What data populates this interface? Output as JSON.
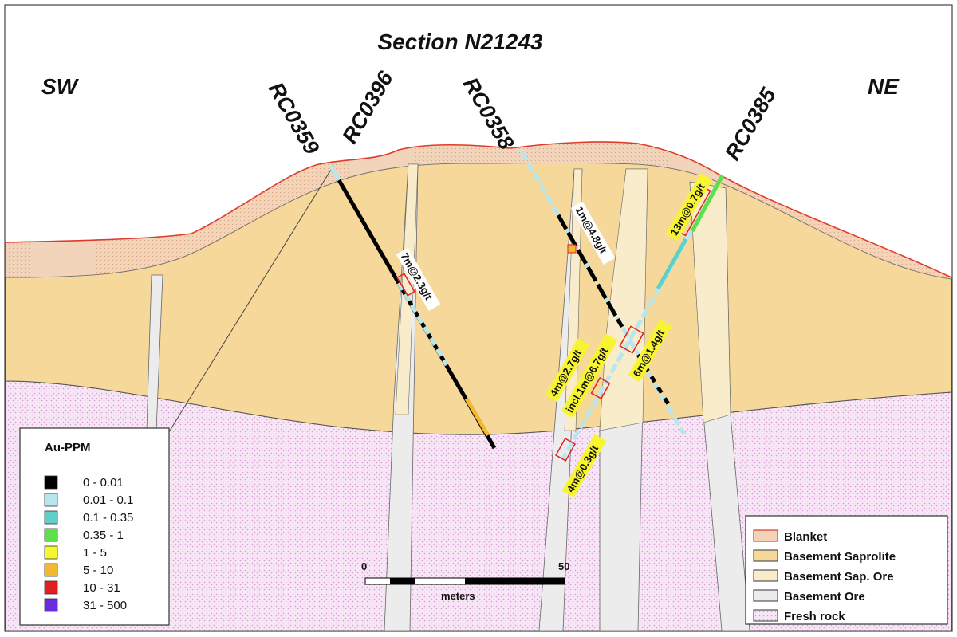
{
  "section": {
    "title": "Section N21243",
    "left_direction": "SW",
    "right_direction": "NE"
  },
  "drillholes": [
    {
      "id": "RC0359",
      "label": "RC0359"
    },
    {
      "id": "RC0396",
      "label": "RC0396"
    },
    {
      "id": "RC0358",
      "label": "RC0358"
    },
    {
      "id": "RC0385",
      "label": "RC0385"
    }
  ],
  "intercepts": [
    {
      "text": "7m@2.3g/t",
      "highlight": false
    },
    {
      "text": "1m@4.8g/t",
      "highlight": false
    },
    {
      "text": "13m@0.7g/t",
      "highlight": true
    },
    {
      "text": "6m@1.4g/t",
      "highlight": true
    },
    {
      "text": "4m@2.7g/t",
      "highlight": true
    },
    {
      "text": "incl.1m@6.7g/t",
      "highlight": true
    },
    {
      "text": "4m@0.3g/t",
      "highlight": true
    }
  ],
  "grade_legend": {
    "title": "Au-PPM",
    "items": [
      {
        "label": "0 - 0.01",
        "color": "#000000"
      },
      {
        "label": "0.01 - 0.1",
        "color": "#b8e6ef"
      },
      {
        "label": "0.1 - 0.35",
        "color": "#5fd0c8"
      },
      {
        "label": "0.35 - 1",
        "color": "#5ee04a"
      },
      {
        "label": "1 - 5",
        "color": "#f7f531"
      },
      {
        "label": "5 - 10",
        "color": "#f2b830"
      },
      {
        "label": "10 - 31",
        "color": "#e32020"
      },
      {
        "label": "31 - 500",
        "color": "#6a2be0"
      }
    ]
  },
  "lithology_legend": {
    "items": [
      {
        "label": "Blanket",
        "color": "#f2d2b8",
        "border": "#e03a2a"
      },
      {
        "label": "Basement Saprolite",
        "color": "#f6d89a",
        "border": "#555555"
      },
      {
        "label": "Basement Sap. Ore",
        "color": "#f8eccb",
        "border": "#555555"
      },
      {
        "label": "Basement Ore",
        "color": "#ececec",
        "border": "#555555"
      },
      {
        "label": "Fresh rock",
        "color": "#f4d8f0",
        "border": "#555555"
      }
    ]
  },
  "scale_bar": {
    "start": "0",
    "end": "50",
    "unit": "meters"
  },
  "colors": {
    "blanket": "#f2d2b8",
    "saprolite": "#f6d89a",
    "sap_ore": "#f8eccb",
    "basement_ore": "#ececec",
    "fresh_rock": "#f6e4f4",
    "surface_line": "#e03a2a",
    "highlight": "#f7f531"
  }
}
